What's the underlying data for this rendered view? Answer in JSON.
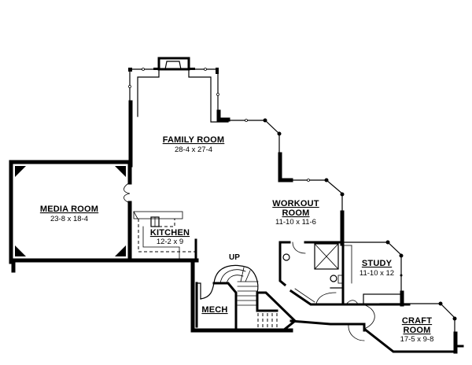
{
  "plan": {
    "title": "Lower Level Floor Plan",
    "rooms": [
      {
        "id": "family-room",
        "name": "FAMILY ROOM",
        "dims": "28-4 x 27-4"
      },
      {
        "id": "media-room",
        "name": "MEDIA ROOM",
        "dims": "23-8 x 18-4"
      },
      {
        "id": "kitchen",
        "name": "KITCHEN",
        "dims": "12-2 x 9"
      },
      {
        "id": "workout-room",
        "name": "WORKOUT",
        "name2": "ROOM",
        "dims": "11-10 x 11-6"
      },
      {
        "id": "study",
        "name": "STUDY",
        "dims": "11-10 x 12"
      },
      {
        "id": "craft-room",
        "name": "CRAFT",
        "name2": "ROOM",
        "dims": "17-5 x 9-8"
      },
      {
        "id": "mech",
        "name": "MECH"
      }
    ],
    "stair_label": "UP"
  },
  "colors": {
    "line": "#000000",
    "background": "#ffffff"
  }
}
